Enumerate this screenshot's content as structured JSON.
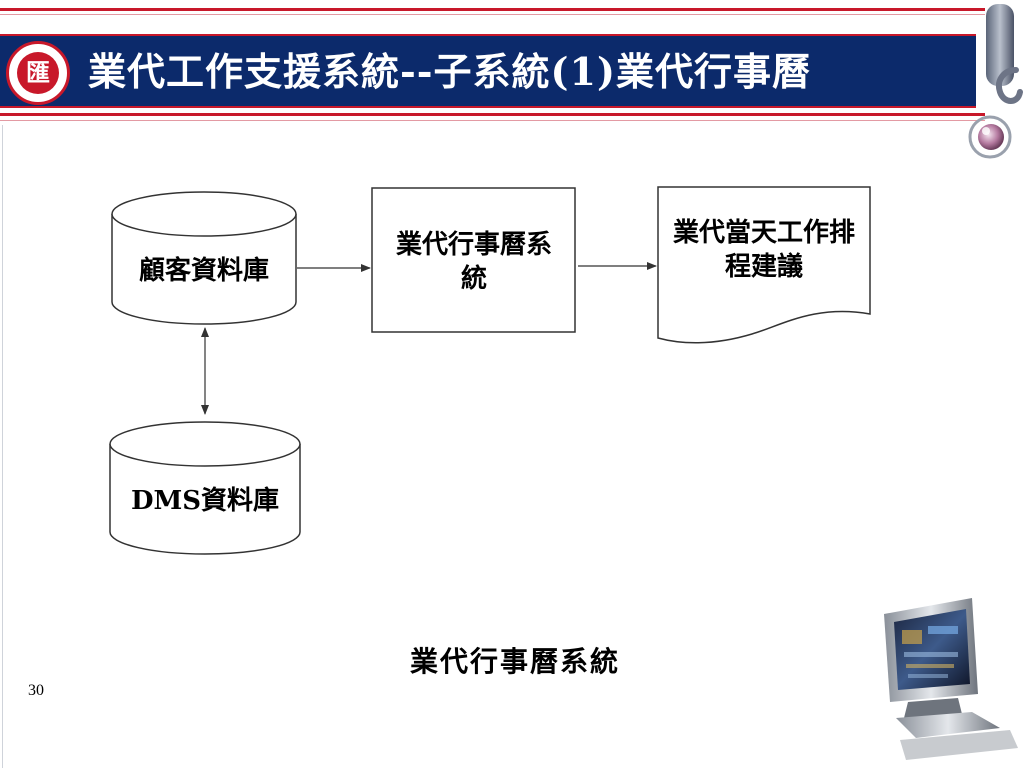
{
  "slide": {
    "title": "業代工作支援系統--子系統(1)業代行事曆",
    "logo_text": "匯",
    "page_number": "30",
    "caption": "業代行事曆系統"
  },
  "diagram": {
    "nodes": {
      "customer_db": {
        "label": "顧客資料庫",
        "shape": "database"
      },
      "dms_db": {
        "label": "DMS資料庫",
        "shape": "database"
      },
      "calendar_system": {
        "label": "業代行事曆系統",
        "shape": "process"
      },
      "schedule_doc": {
        "label": "業代當天工作排程建議",
        "shape": "document"
      }
    },
    "edges": [
      {
        "from": "customer_db",
        "to": "calendar_system",
        "direction": "forward"
      },
      {
        "from": "calendar_system",
        "to": "schedule_doc",
        "direction": "forward"
      },
      {
        "from": "customer_db",
        "to": "dms_db",
        "direction": "bidirectional"
      }
    ]
  },
  "colors": {
    "title_bar": "#0c2a6b",
    "accent_red": "#c8182a",
    "line": "#333333"
  },
  "icons": [
    "logo-badge-icon",
    "bracket-ornament-icon",
    "orb-icon",
    "computer-monitor-icon"
  ]
}
